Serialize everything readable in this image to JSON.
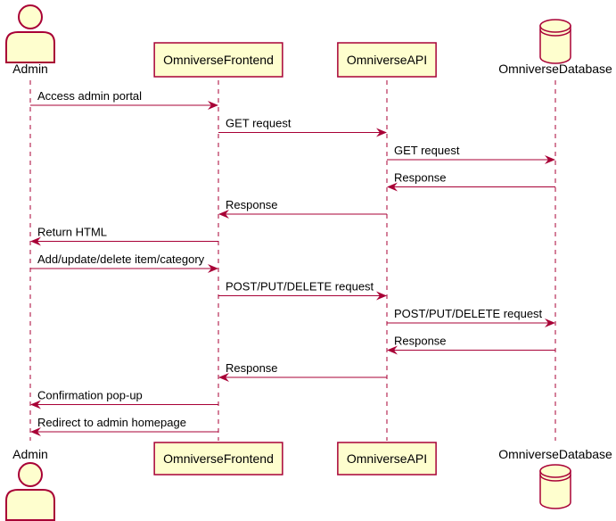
{
  "colors": {
    "participant_fill": "#FEFECE",
    "participant_stroke": "#A80036",
    "lifeline": "#A80036",
    "arrow": "#A80036",
    "text": "#000000"
  },
  "participants": [
    {
      "id": "admin",
      "name": "Admin",
      "kind": "actor",
      "icon": "actor-stick-figure-icon"
    },
    {
      "id": "frontend",
      "name": "OmniverseFrontend",
      "kind": "participant",
      "icon": ""
    },
    {
      "id": "api",
      "name": "OmniverseAPI",
      "kind": "participant",
      "icon": ""
    },
    {
      "id": "database",
      "name": "OmniverseDatabase",
      "kind": "database",
      "icon": "database-cylinder-icon"
    }
  ],
  "messages": [
    {
      "from": "admin",
      "to": "frontend",
      "label": "Access admin portal"
    },
    {
      "from": "frontend",
      "to": "api",
      "label": "GET request"
    },
    {
      "from": "api",
      "to": "database",
      "label": "GET request"
    },
    {
      "from": "database",
      "to": "api",
      "label": "Response"
    },
    {
      "from": "api",
      "to": "frontend",
      "label": "Response"
    },
    {
      "from": "frontend",
      "to": "admin",
      "label": "Return HTML"
    },
    {
      "from": "admin",
      "to": "frontend",
      "label": "Add/update/delete item/category"
    },
    {
      "from": "frontend",
      "to": "api",
      "label": "POST/PUT/DELETE request"
    },
    {
      "from": "api",
      "to": "database",
      "label": "POST/PUT/DELETE request"
    },
    {
      "from": "database",
      "to": "api",
      "label": "Response"
    },
    {
      "from": "api",
      "to": "frontend",
      "label": "Response"
    },
    {
      "from": "frontend",
      "to": "admin",
      "label": "Confirmation pop-up"
    },
    {
      "from": "frontend",
      "to": "admin",
      "label": "Redirect to admin homepage"
    }
  ]
}
